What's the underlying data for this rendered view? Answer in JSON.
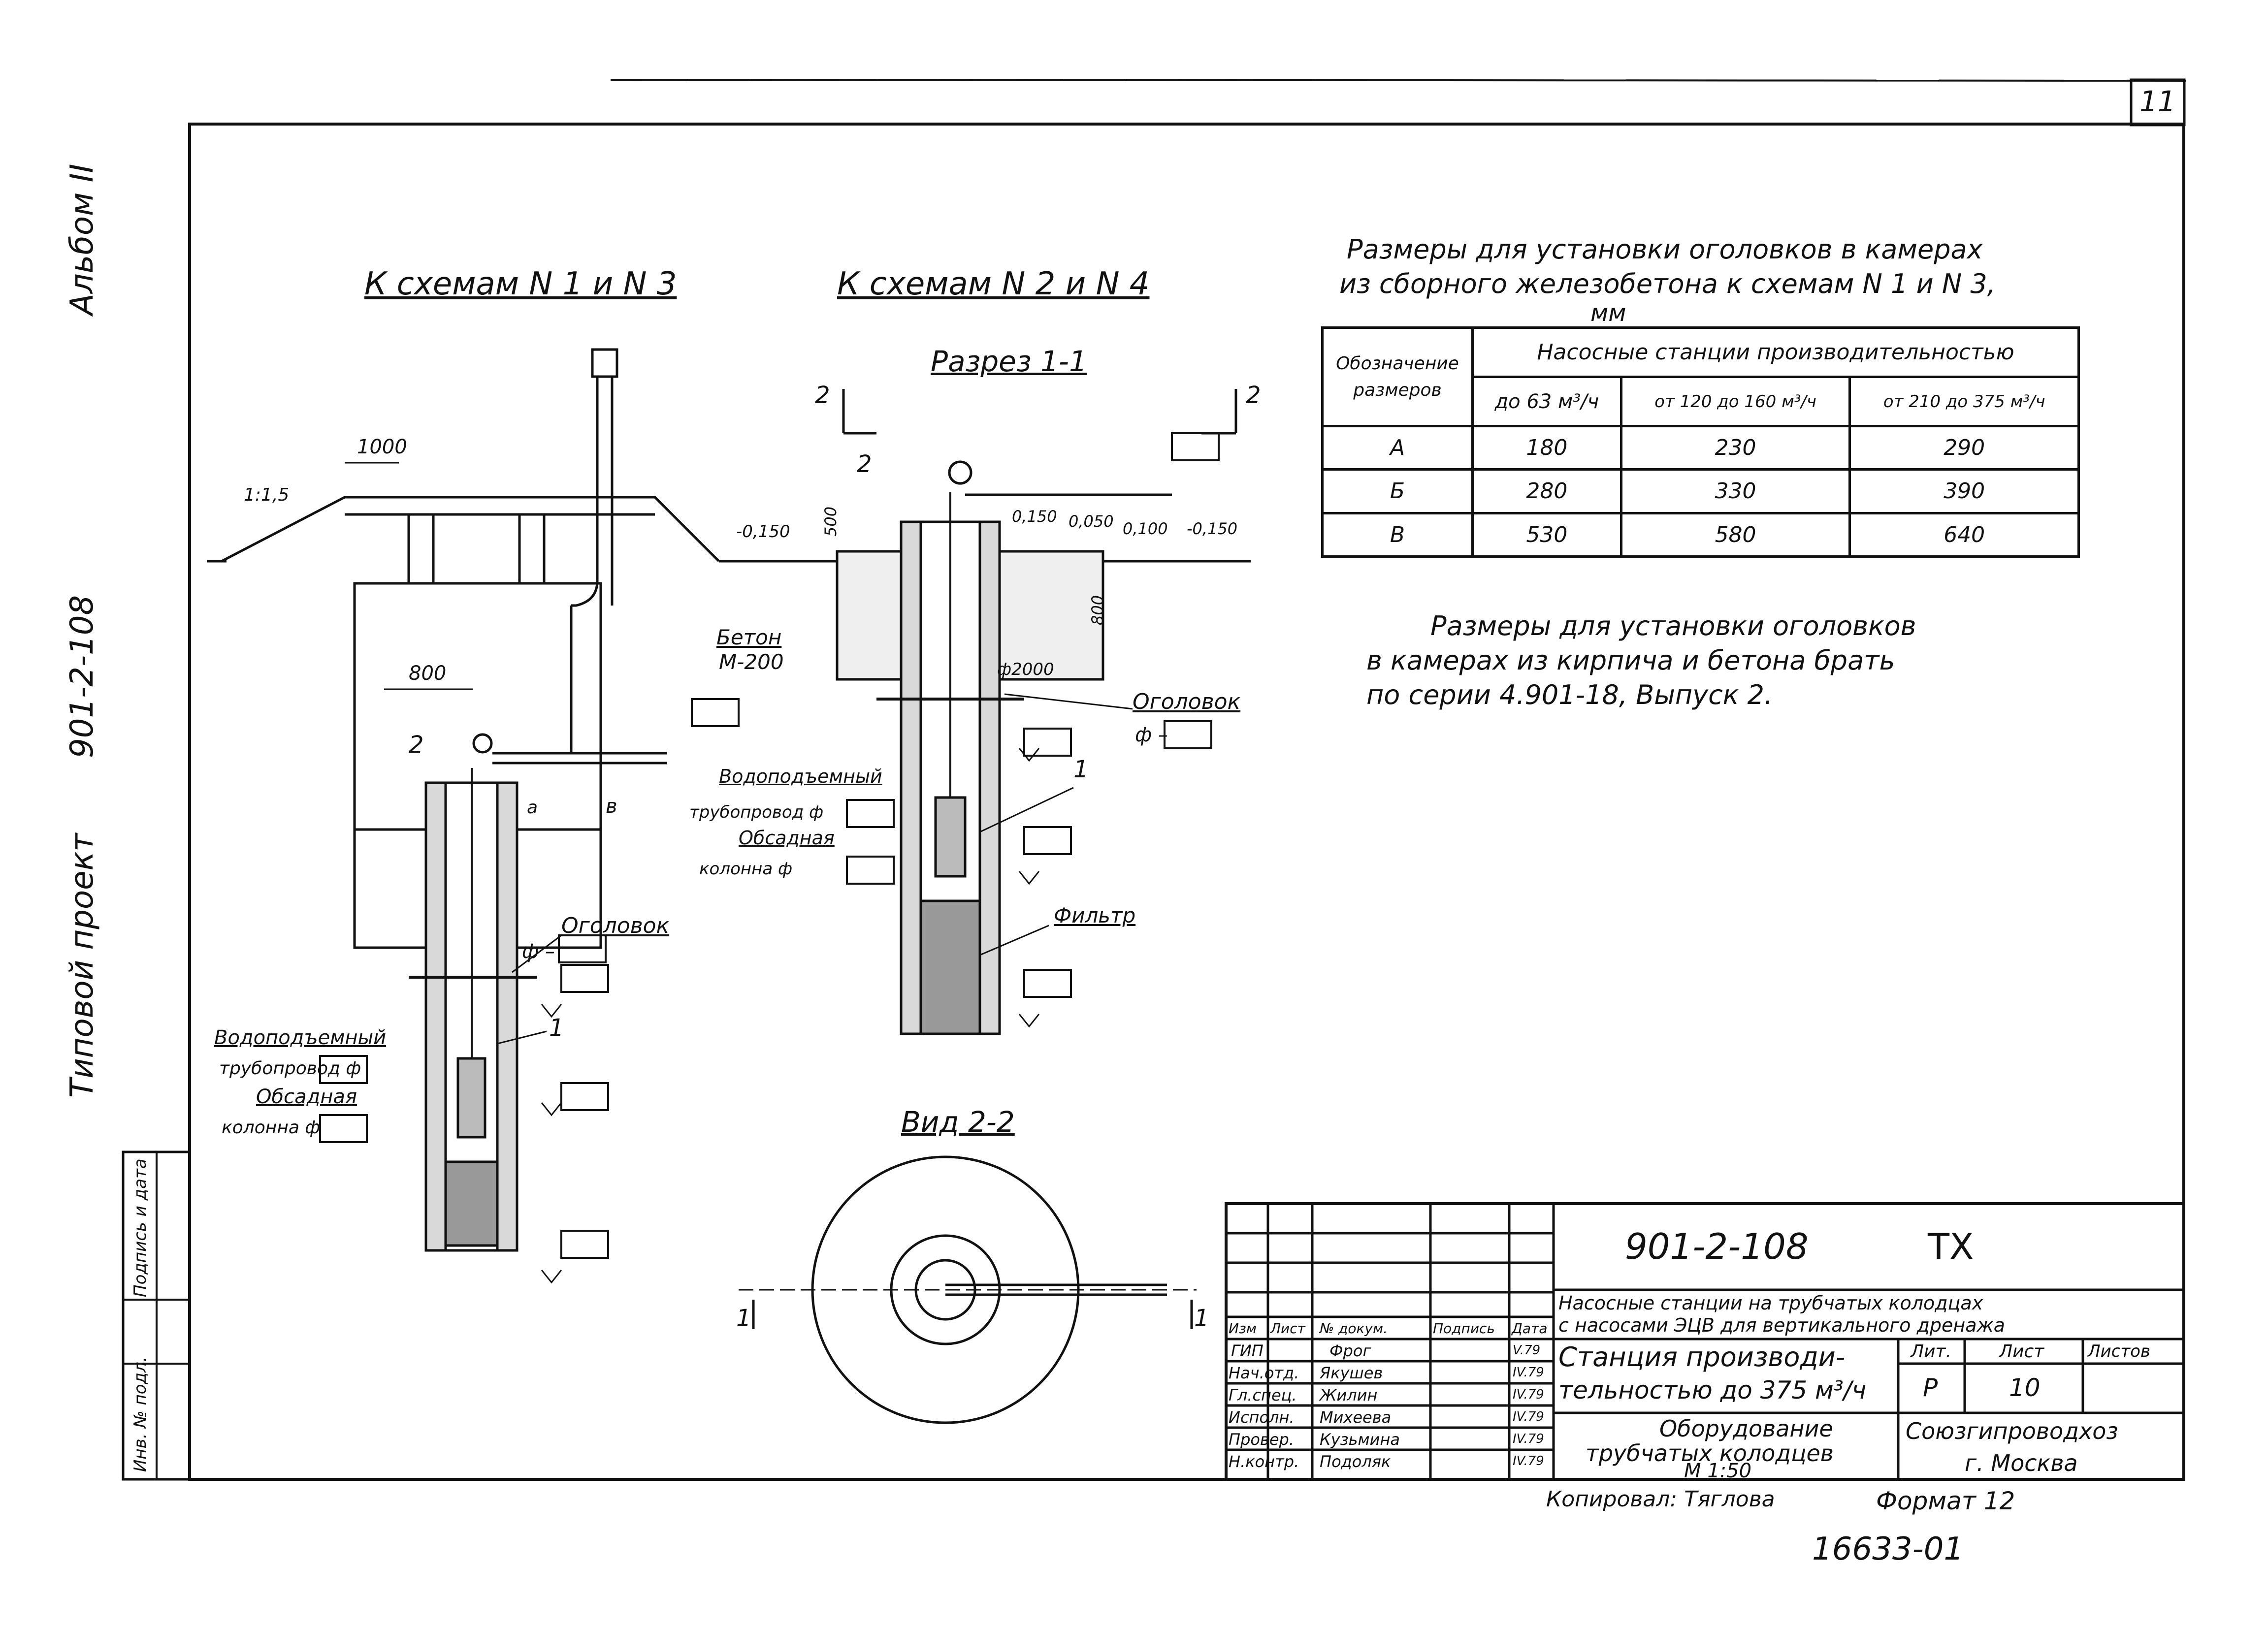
{
  "sheet_number": "11",
  "side_labels": {
    "album": "Альбом II",
    "project_code": "901-2-108",
    "project_type": "Типовой проект"
  },
  "left_stamp": {
    "signature_date": "Подпись и дата",
    "inventory": "Инв. № подл."
  },
  "left_view": {
    "title": "К схемам N 1 и N 3",
    "dim_1000": "1000",
    "slope": "1:1,5",
    "dim_800": "800",
    "dim_b": "в",
    "dim_a": "а",
    "num_2": "2",
    "num_1": "1",
    "head_label": "Оголовок",
    "phi_dash": "ф –",
    "riser_1": "Водоподъемный",
    "riser_2": "трубопровод ф",
    "casing_1": "Обсадная",
    "casing_2": "колонна ф"
  },
  "section": {
    "subtitle": "К схемам N 2 и N 4",
    "title": "Разрез 1-1",
    "cut_2": "2",
    "num_2": "2",
    "num_1": "1",
    "dim_500": "500",
    "dim_800": "800",
    "dim_2000": "ф2000",
    "level_left": "-0,150",
    "level_1": "0,150",
    "level_2": "0,050",
    "level_3": "0,100",
    "level_4": "-0,150",
    "concrete_1": "Бетон",
    "concrete_2": "М-200",
    "head_label": "Оголовок",
    "phi_dash": "ф –",
    "riser_1": "Водоподъемный",
    "riser_2": "трубопровод ф",
    "casing_1": "Обсадная",
    "casing_2": "колонна ф",
    "filter": "Фильтр"
  },
  "view22": {
    "title": "Вид 2-2",
    "cut_1": "1"
  },
  "table_title": [
    "Размеры для установки оголовков в камерах",
    "из сборного железобетона к схемам N 1 и N 3,",
    "мм"
  ],
  "table": {
    "col0": [
      "Обозначение",
      "размеров"
    ],
    "group_header": "Насосные станции производительностью",
    "headers": [
      "до 63 м³/ч",
      "от 120 до 160 м³/ч",
      "от 210 до 375 м³/ч"
    ],
    "rows": [
      {
        "label": "А",
        "values": [
          "180",
          "230",
          "290"
        ]
      },
      {
        "label": "Б",
        "values": [
          "280",
          "330",
          "390"
        ]
      },
      {
        "label": "В",
        "values": [
          "530",
          "580",
          "640"
        ]
      }
    ]
  },
  "note": [
    "Размеры для установки оголовков",
    "в камерах из кирпича и бетона брать",
    "по серии 4.901-18, Выпуск 2."
  ],
  "title_block": {
    "code": "901-2-108",
    "code_suffix": "ТХ",
    "subtitle_1": "Насосные станции на трубчатых колодцах",
    "subtitle_2": "с насосами ЭЦВ для вертикального дренажа",
    "col_headers": [
      "Изм",
      "Лист",
      "№ докум.",
      "Подпись",
      "Дата"
    ],
    "people": [
      {
        "role": "ГИП",
        "name": "Фрог",
        "date": "V.79"
      },
      {
        "role": "Нач.отд.",
        "name": "Якушев",
        "date": "IV.79"
      },
      {
        "role": "Гл.спец.",
        "name": "Жилин",
        "date": "IV.79"
      },
      {
        "role": "Исполн.",
        "name": "Михеева",
        "date": "IV.79"
      },
      {
        "role": "Провер.",
        "name": "Кузьмина",
        "date": "IV.79"
      },
      {
        "role": "Н.контр.",
        "name": "Подоляк",
        "date": "IV.79"
      }
    ],
    "station_1": "Станция производи-",
    "station_2": "тельностью до 375 м³/ч",
    "equipment_1": "Оборудование",
    "equipment_2": "трубчатых колодцев",
    "scale": "М 1:50",
    "lit_label": "Лит.",
    "sheet_label": "Лист",
    "sheets_label": "Листов",
    "lit": "Р",
    "sheet": "10",
    "org": "Союзгипроводхоз",
    "city": "г. Москва"
  },
  "copied": "Копировал: Тяглова",
  "format": "Формат 12",
  "bottom_code": "16633-01"
}
